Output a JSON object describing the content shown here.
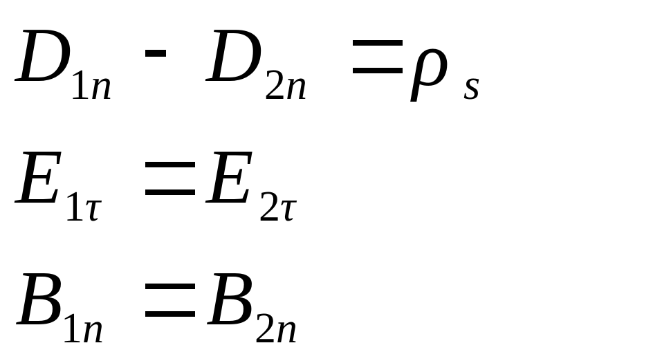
{
  "equations": [
    {
      "lhs1": {
        "symbol": "D",
        "sub_num": "1",
        "sub_var": "n"
      },
      "operator": "-",
      "lhs2": {
        "symbol": "D",
        "sub_num": "2",
        "sub_var": "n"
      },
      "equals": "=",
      "rhs": {
        "symbol": "ρ",
        "sub_var": "s"
      }
    },
    {
      "lhs": {
        "symbol": "E",
        "sub_num": "1",
        "sub_var": "τ"
      },
      "equals": "=",
      "rhs": {
        "symbol": "E",
        "sub_num": "2",
        "sub_var": "τ"
      }
    },
    {
      "lhs": {
        "symbol": "B",
        "sub_num": "1",
        "sub_var": "n"
      },
      "equals": "=",
      "rhs": {
        "symbol": "B",
        "sub_num": "2",
        "sub_var": "n"
      }
    }
  ]
}
